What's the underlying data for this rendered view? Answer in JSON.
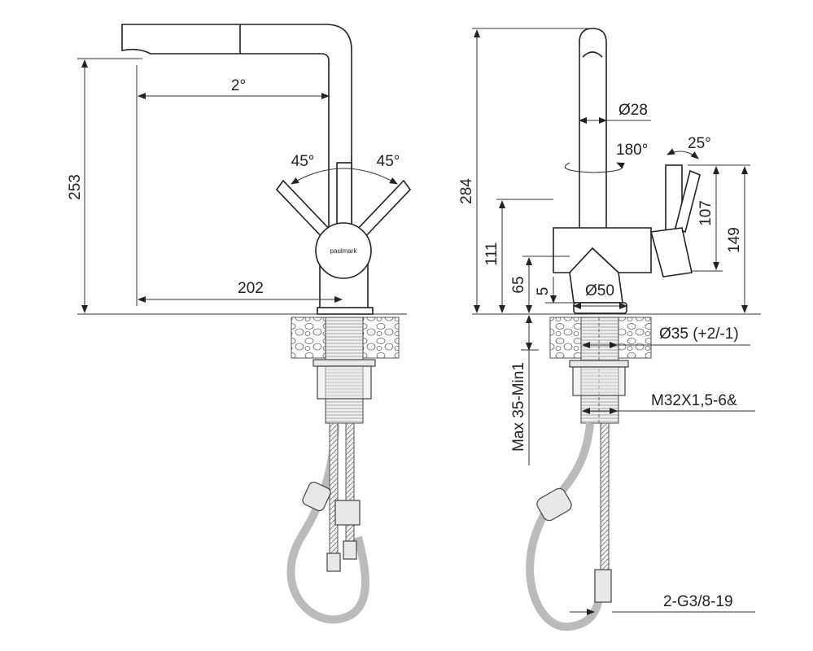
{
  "side_view": {
    "height_label": "253",
    "spout_angle_label": "2°",
    "handle_left_angle_label": "45°",
    "handle_right_angle_label": "45°",
    "reach_label": "202",
    "logo_text": "paulmark"
  },
  "front_view": {
    "total_height_label": "284",
    "spout_diameter_label": "Ø28",
    "rotation_label": "180°",
    "handle_angle_label": "25°",
    "handle_height_107_label": "107",
    "handle_height_149_label": "149",
    "body_height_111_label": "111",
    "body_height_65_label": "65",
    "base_height_label": "5",
    "base_diameter_label": "Ø50",
    "hole_diameter_label": "Ø35 (+2/-1)",
    "counter_thickness_label": "Max 35-Min1",
    "thread_label": "M32X1,5-6&",
    "connection_label": "2-G3/8-19"
  }
}
